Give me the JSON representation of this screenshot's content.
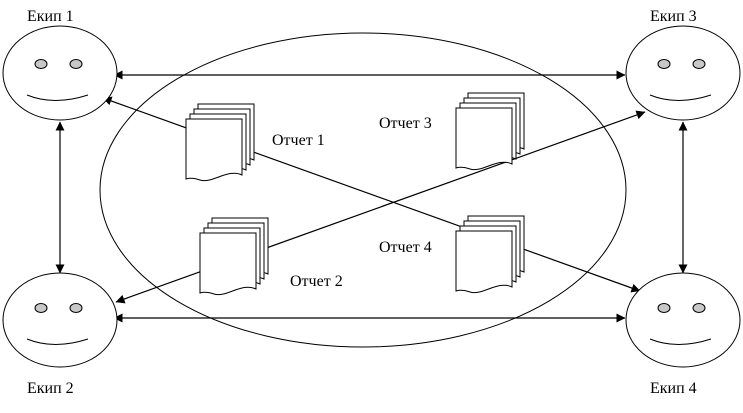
{
  "teams": [
    {
      "label": "Екип 1"
    },
    {
      "label": "Екип 2"
    },
    {
      "label": "Екип 3"
    },
    {
      "label": "Екип 4"
    }
  ],
  "reports": [
    {
      "label": "Отчет 1"
    },
    {
      "label": "Отчет 2"
    },
    {
      "label": "Отчет 3"
    },
    {
      "label": "Отчет 4"
    }
  ],
  "colors": {
    "stroke": "#000000",
    "face_fill": "#ffffff",
    "eye_fill": "#c8c8c8",
    "background": "#ffffff"
  },
  "icons": {
    "team": "smiley-face-icon",
    "report": "document-stack-icon"
  }
}
